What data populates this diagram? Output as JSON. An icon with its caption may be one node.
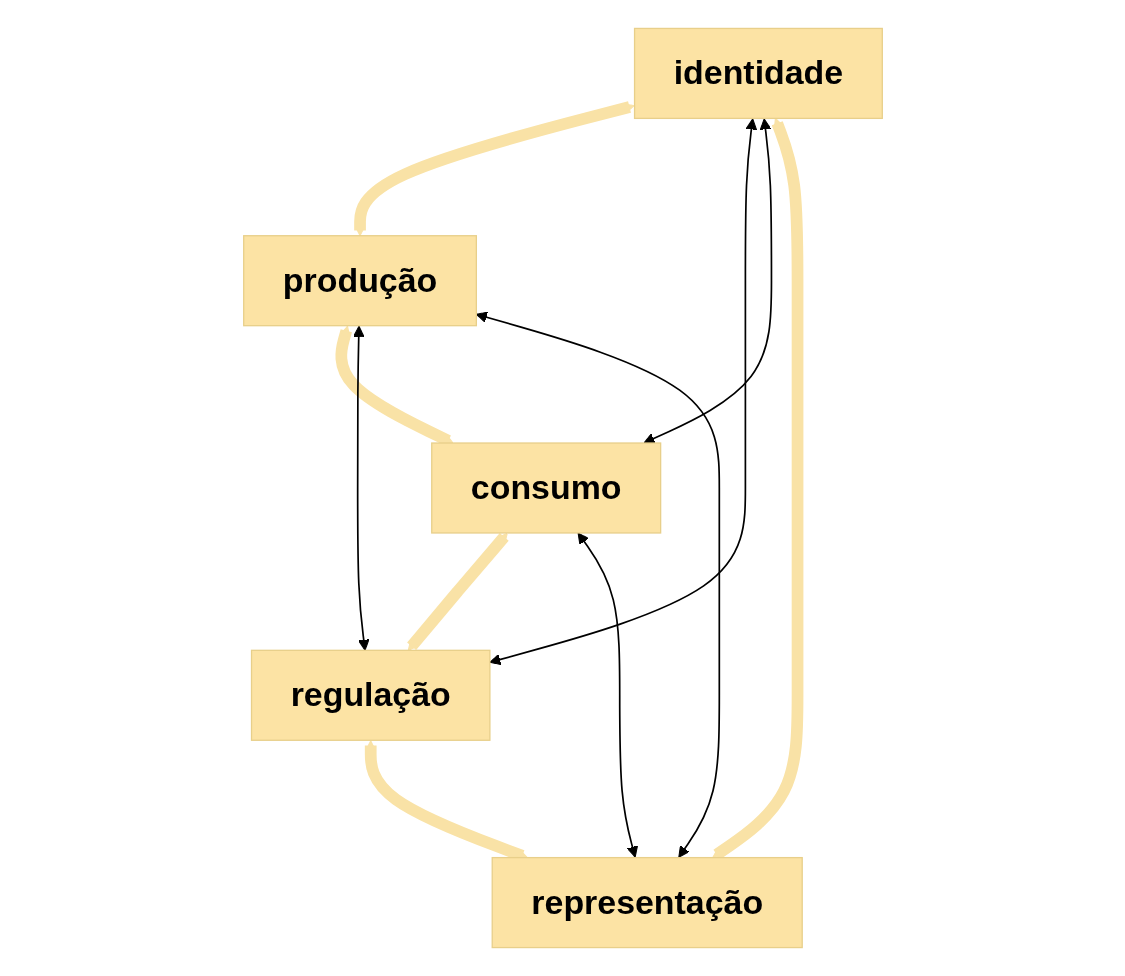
{
  "diagram": {
    "nodes": [
      {
        "text": [
          "identidade"
        ]
      },
      {
        "text": [
          "representação"
        ]
      },
      {
        "text": [
          "produção"
        ]
      },
      {
        "text": [
          "regulação"
        ]
      },
      {
        "text": [
          "consumo"
        ]
      }
    ],
    "edges": [
      {
        "from": 0,
        "to": 2,
        "arrow": "both",
        "style": "thick",
        "color": "#f9e2a6"
      },
      {
        "from": 2,
        "to": 4,
        "arrow": "both",
        "style": "thick",
        "color": "#f9e2a6"
      },
      {
        "from": 4,
        "to": 3,
        "arrow": "both",
        "style": "thick",
        "color": "#f9e2a6"
      },
      {
        "from": 3,
        "to": 1,
        "arrow": "both",
        "style": "thick",
        "color": "#f9e2a6"
      },
      {
        "from": 1,
        "to": 0,
        "arrow": "both",
        "style": "thick",
        "color": "#f9e2a6"
      },
      {
        "from": 1,
        "to": 2,
        "arrow": "both",
        "color": "#000000"
      },
      {
        "from": 0,
        "to": 3,
        "arrow": "both",
        "color": "#000000"
      },
      {
        "from": 0,
        "to": 4,
        "arrow": "both",
        "color": "#000000"
      },
      {
        "from": 1,
        "to": 4,
        "arrow": "both",
        "color": "#000000"
      },
      {
        "from": 2,
        "to": 3,
        "arrow": "both",
        "color": "#000000"
      }
    ]
  }
}
